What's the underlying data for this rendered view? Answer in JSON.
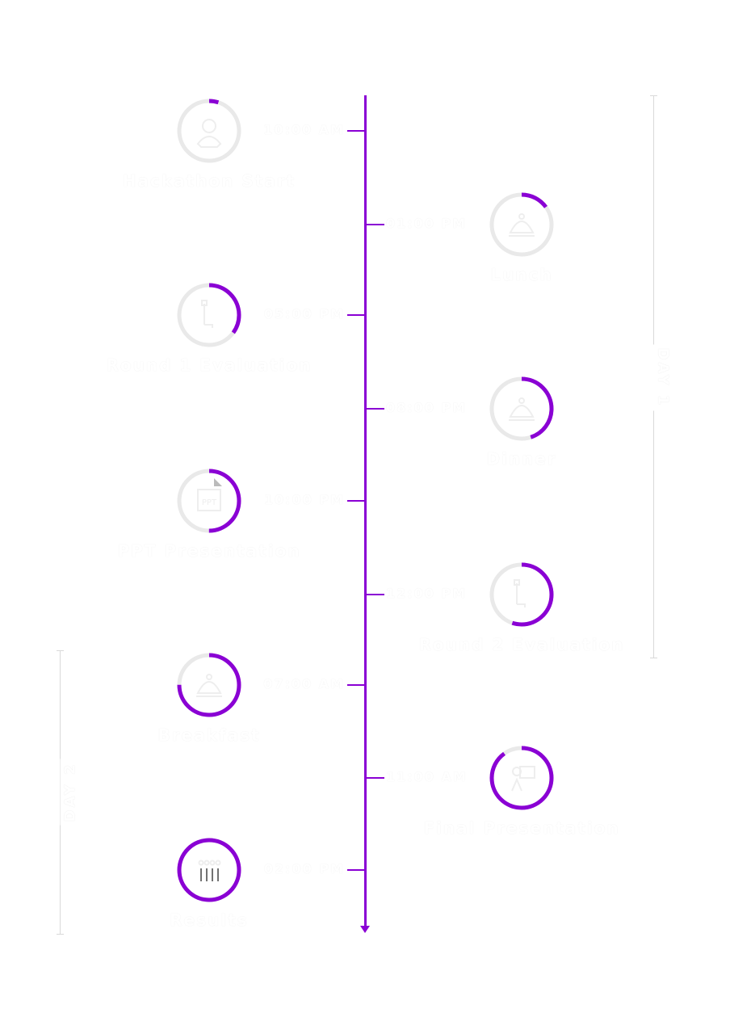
{
  "colors": {
    "accent": "#8a00d4",
    "track": "#e9e9e9",
    "text": "#ffffff"
  },
  "days": [
    {
      "label": "DAY 1"
    },
    {
      "label": "DAY 2"
    }
  ],
  "events": [
    {
      "time": "10:00 AM",
      "label": "Hackathon Start",
      "icon": "person-icon",
      "progress": 0.05
    },
    {
      "time": "01:00 PM",
      "label": "Lunch",
      "icon": "food-icon",
      "progress": 0.15
    },
    {
      "time": "05:00 PM",
      "label": "Round 1 Evaluation",
      "icon": "clipboard-icon",
      "progress": 0.35
    },
    {
      "time": "08:00 PM",
      "label": "Dinner",
      "icon": "food-icon",
      "progress": 0.45
    },
    {
      "time": "10:00 PM",
      "label": "PPT Presentation",
      "icon": "ppt-file-icon",
      "progress": 0.5
    },
    {
      "time": "12:00 PM",
      "label": "Round 2 Evaluation",
      "icon": "clipboard-icon",
      "progress": 0.55
    },
    {
      "time": "07:00 AM",
      "label": "Breakfast",
      "icon": "food-icon",
      "progress": 0.75
    },
    {
      "time": "11:00 AM",
      "label": "Final Presentation",
      "icon": "presentation-icon",
      "progress": 0.9
    },
    {
      "time": "02:00 PM",
      "label": "Results",
      "icon": "results-icon",
      "progress": 1.0
    }
  ]
}
